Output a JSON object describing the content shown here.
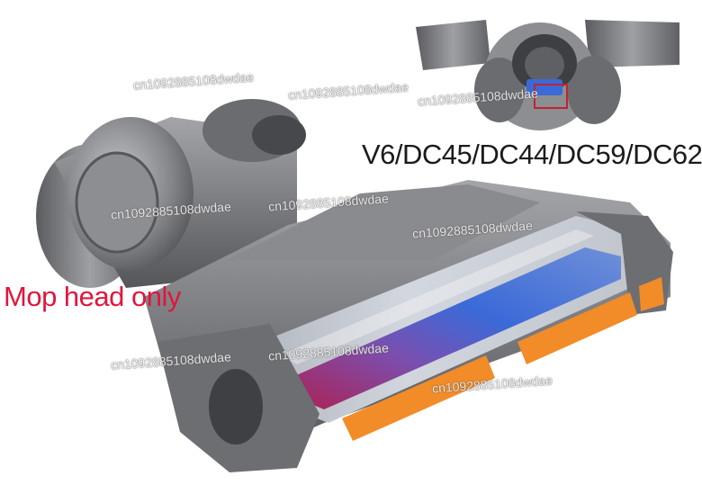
{
  "product": {
    "caption_mop": "Mop head only",
    "caption_models": "V6/DC45/DC44/DC59/DC62"
  },
  "watermark": {
    "text": "cn1092885108dwdae"
  },
  "colors": {
    "body_gray": "#7a7b7f",
    "dark_gray": "#4d4e52",
    "light_gray": "#a9aaae",
    "orange": "#f28c28",
    "brush_blue": "#3a6ad8",
    "brush_red": "#b21e4a",
    "caption_red": "#e0163c"
  }
}
